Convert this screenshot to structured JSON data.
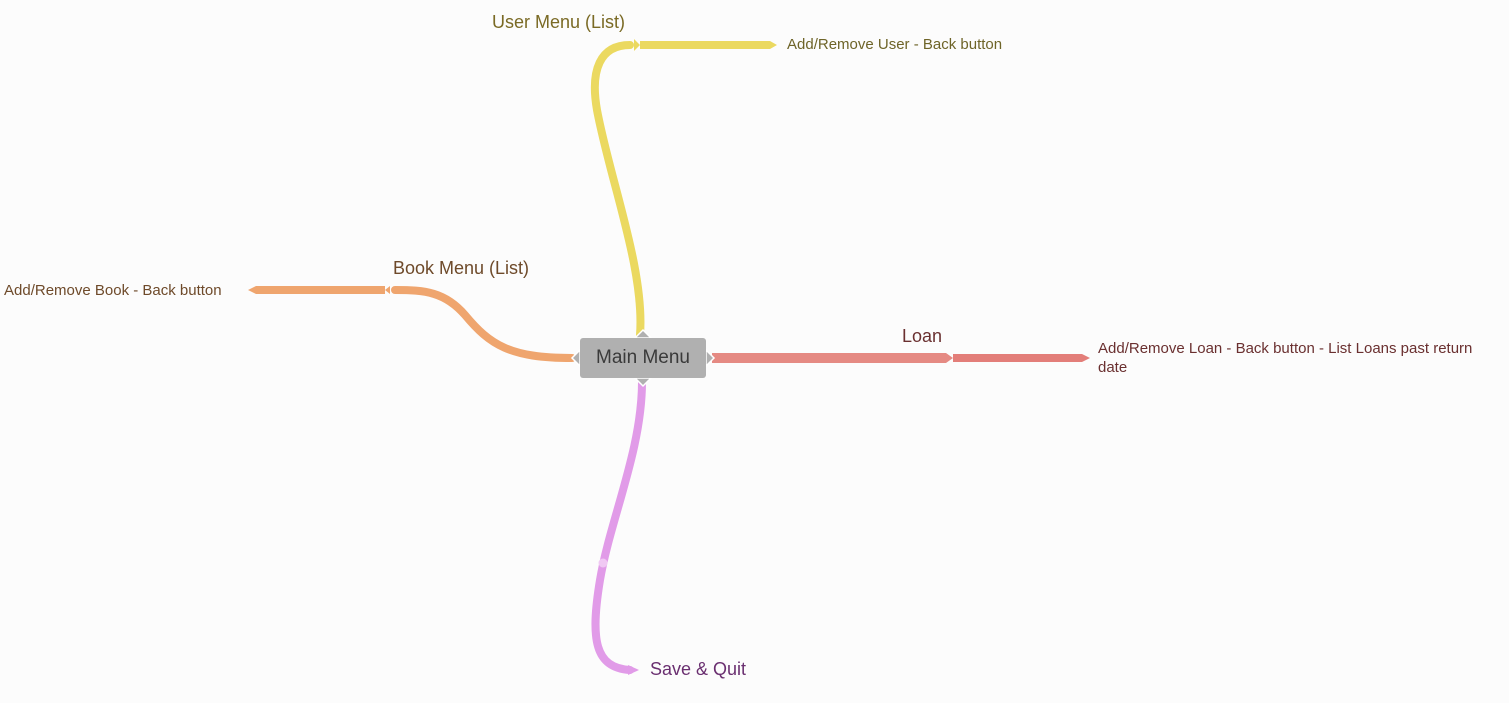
{
  "central": {
    "label": "Main Menu",
    "color": "#b3b3b3"
  },
  "branches": {
    "user": {
      "label": "User Menu (List)",
      "color": "#ebd960",
      "text_color": "#7a6a25",
      "child": "Add/Remove User - Back button"
    },
    "book": {
      "label": "Book Menu (List)",
      "color": "#efa56e",
      "text_color": "#6e4a2a",
      "child": "Add/Remove Book - Back button"
    },
    "loan": {
      "label": "Loan",
      "color": "#e37e79",
      "text_color": "#6a3030",
      "child_line1": "Add/Remove Loan - Back button - List Loans past return",
      "child_line2": "date"
    },
    "save": {
      "label": "Save & Quit",
      "color": "#e19be8",
      "text_color": "#6a2f70"
    }
  }
}
